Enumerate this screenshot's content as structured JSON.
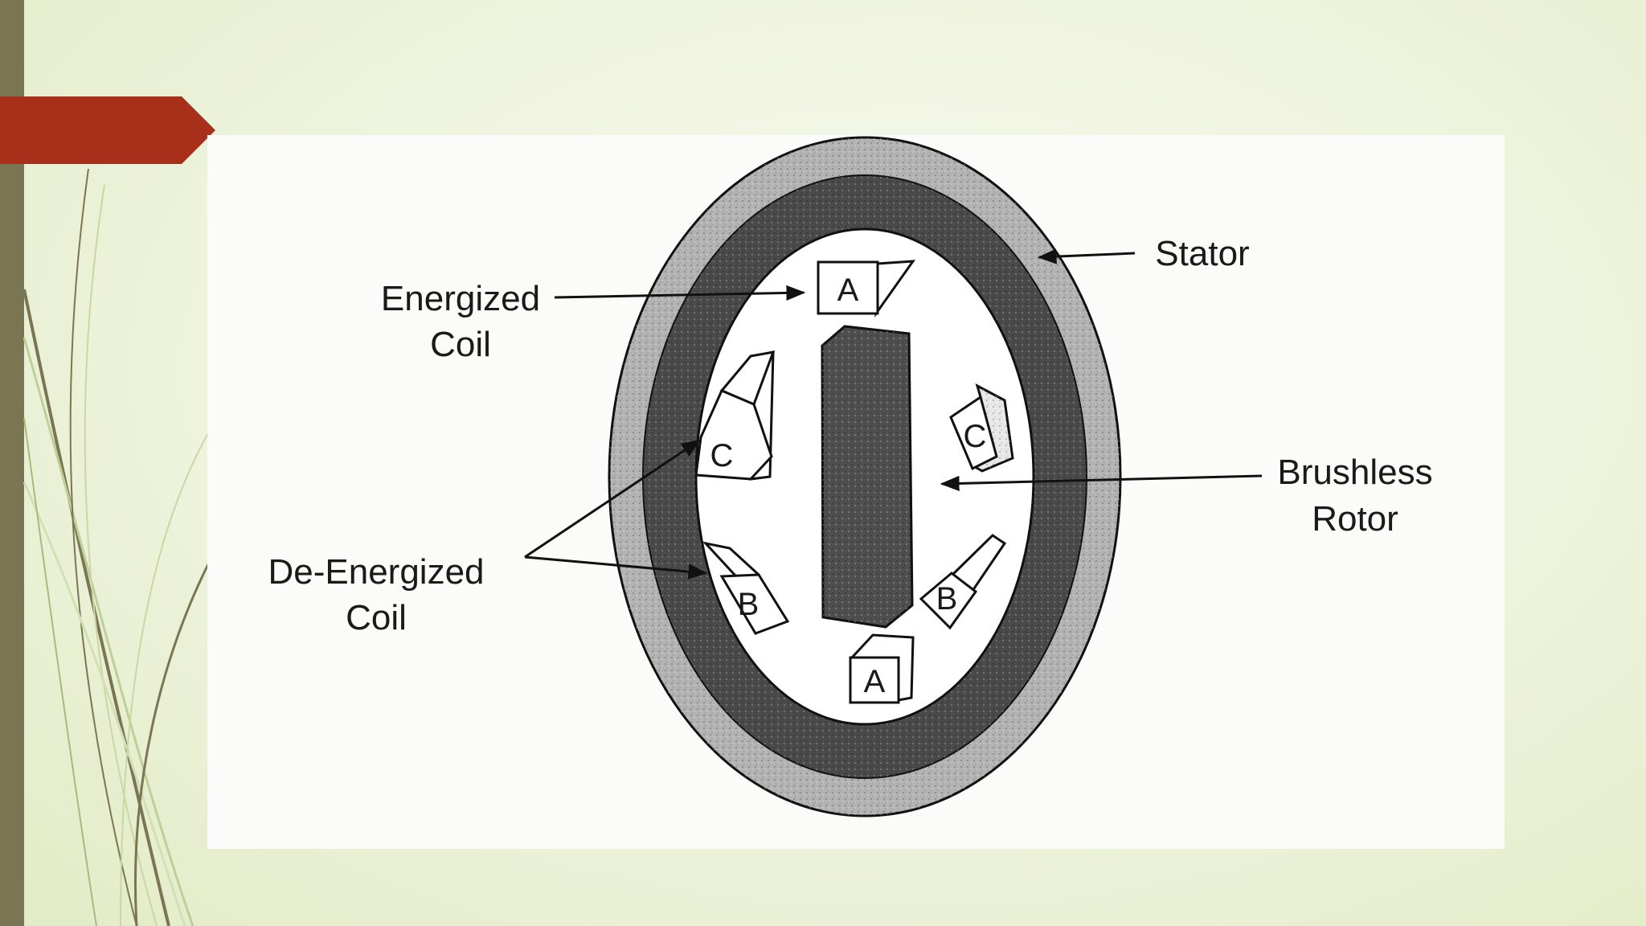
{
  "diagram": {
    "labels": {
      "stator": "Stator",
      "energized_coil_line1": "Energized",
      "energized_coil_line2": "Coil",
      "brushless_rotor_line1": "Brushless",
      "brushless_rotor_line2": "Rotor",
      "deenergized_coil_line1": "De-Energized",
      "deenergized_coil_line2": "Coil"
    },
    "coils": {
      "top": "A",
      "bottom": "A",
      "left_upper": "C",
      "right_upper": "C",
      "left_lower": "B",
      "right_lower": "B"
    }
  },
  "colors": {
    "title_tab": "#a8301a",
    "left_bar": "#7a7654",
    "background": "#eef3dc",
    "stator_outer": "#b3b3b3",
    "stator_inner": "#4a4a4a",
    "rotor": "#4f4f4f"
  }
}
